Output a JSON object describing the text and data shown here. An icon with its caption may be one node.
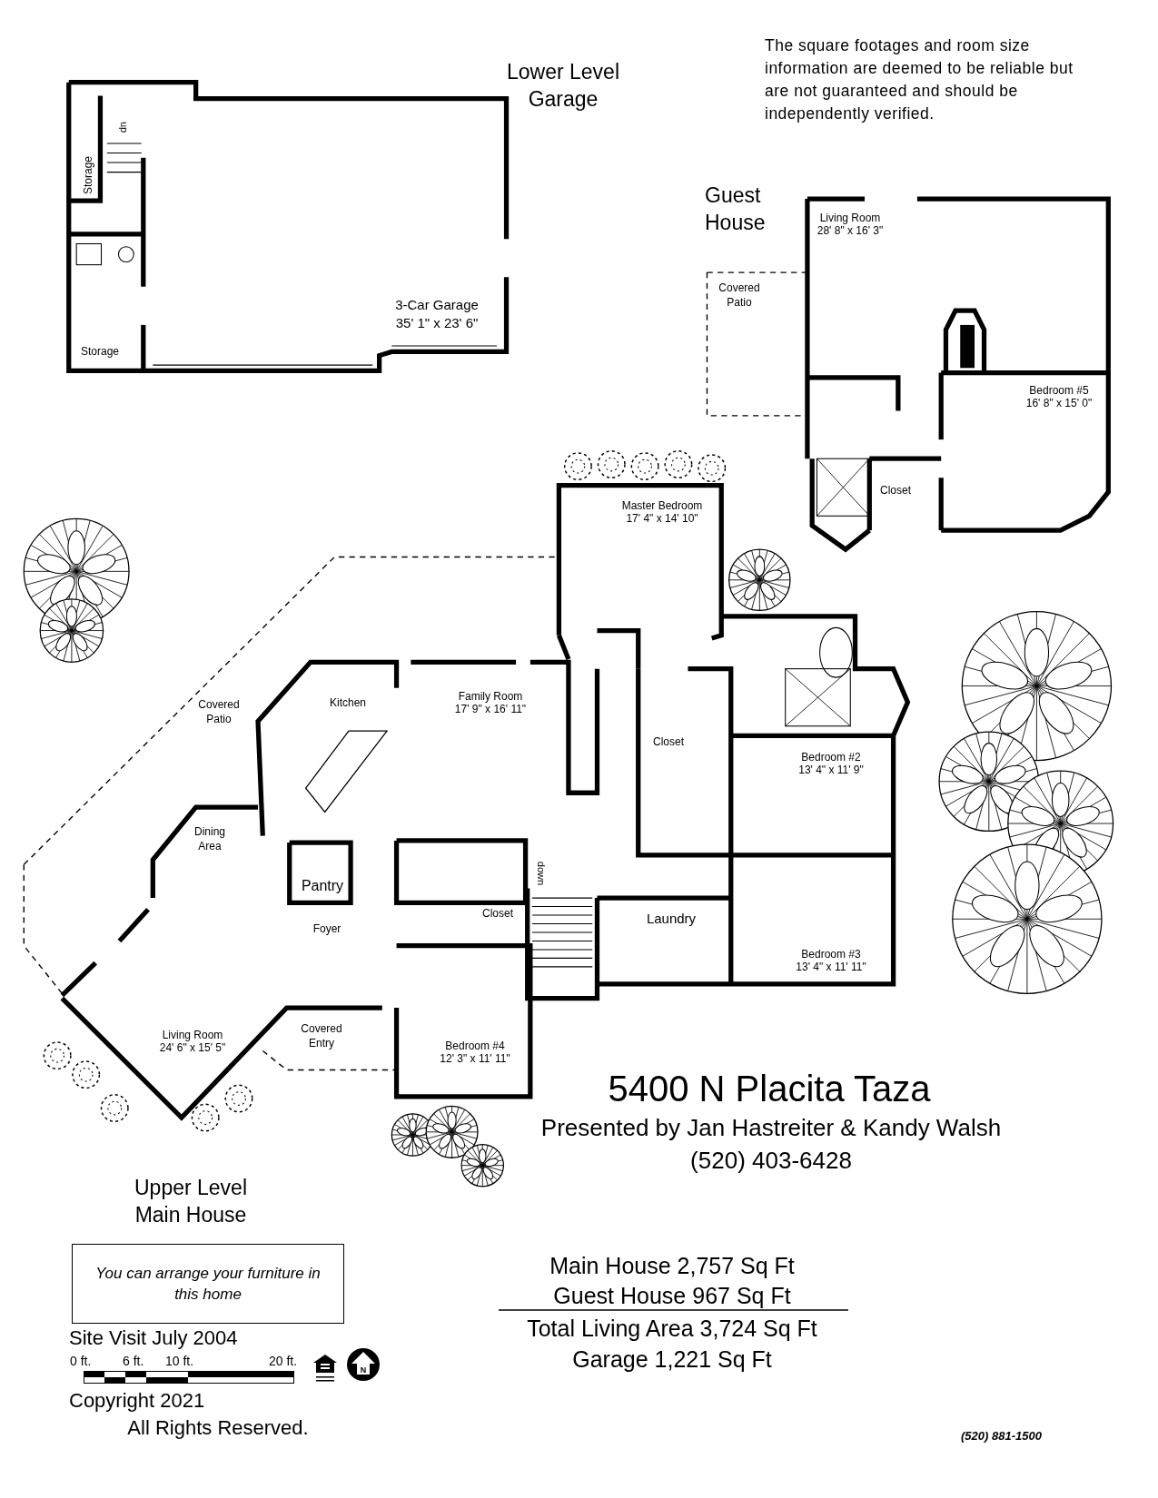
{
  "diagram": {
    "nodes": [
      {
        "text": [
          "You can arrange your furniture in this home"
        ]
      }
    ],
    "labels": [
      "Lower Level Garage",
      "The square footages and room size information are deemed to be reliable but are not guaranteed and should be independently verified.",
      "Guest House",
      "Living Room",
      "28' 8\" x 16' 3\"",
      "up",
      "Storage",
      "Covered Patio",
      "3-Car Garage",
      "35' 1\" x 23' 6\"",
      "Storage",
      "Bedroom #5",
      "16' 8\" x 15' 0\"",
      "Closet",
      "Master Bedroom",
      "17' 4\" x 14' 10\"",
      "Covered Patio",
      "Kitchen",
      "Family Room",
      "17' 9\" x 16' 11\"",
      "Closet",
      "Bedroom #2",
      "13' 4\" x 11' 9\"",
      "Dining Area",
      "Pantry",
      "down",
      "Closet",
      "Laundry",
      "Foyer",
      "Bedroom #3",
      "13' 4\" x 11' 11\"",
      "Covered Entry",
      "Living Room",
      "24' 6\" x 15' 5\"",
      "Bedroom #4",
      "12' 3\" x 11' 11\"",
      "5400 N Placita Taza",
      "Presented by Jan Hastreiter & Kandy Walsh",
      "(520) 403-6428",
      "Upper Level Main House",
      "Main House 2,757 Sq Ft",
      "Guest House 967 Sq Ft",
      "Total Living Area 3,724 Sq Ft",
      "Garage 1,221 Sq Ft",
      "Site Visit July 2004",
      "0 ft.",
      "6 ft.",
      "10 ft.",
      "20 ft.",
      "Copyright 2021",
      "All Rights Reserved.",
      "(520) 881-1500",
      "N"
    ]
  }
}
